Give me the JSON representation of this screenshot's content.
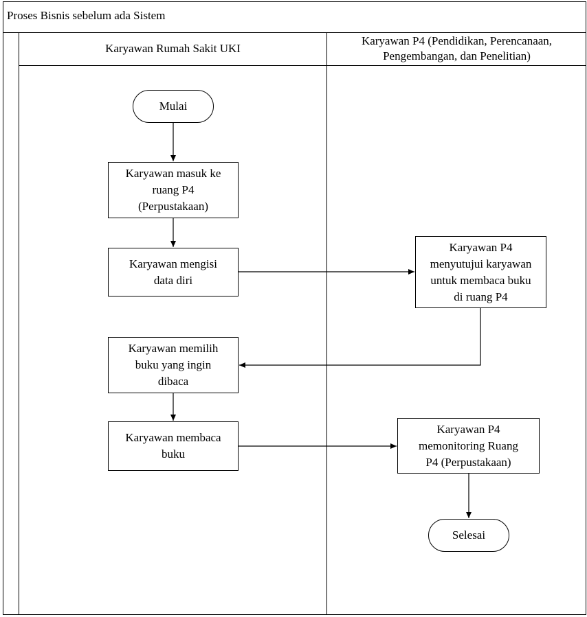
{
  "title": "Proses Bisnis sebelum ada Sistem",
  "lanes": [
    {
      "label": "Karyawan Rumah Sakit UKI"
    },
    {
      "label": "Karyawan P4 (Pendidikan, Perencanaan,\nPengembangan, dan Penelitian)"
    }
  ],
  "nodes": {
    "start": "Mulai",
    "masuk": "Karyawan masuk ke\nruang P4\n(Perpustakaan)",
    "mengisi": "Karyawan mengisi\ndata diri",
    "menyutujui": "Karyawan P4\nmenyutujui karyawan\nuntuk membaca buku\ndi ruang P4",
    "memilih": "Karyawan memilih\nbuku yang ingin\ndibaca",
    "membaca": "Karyawan membaca\nbuku",
    "monitoring": "Karyawan P4\nmemonitoring Ruang\nP4 (Perpustakaan)",
    "end": "Selesai"
  }
}
